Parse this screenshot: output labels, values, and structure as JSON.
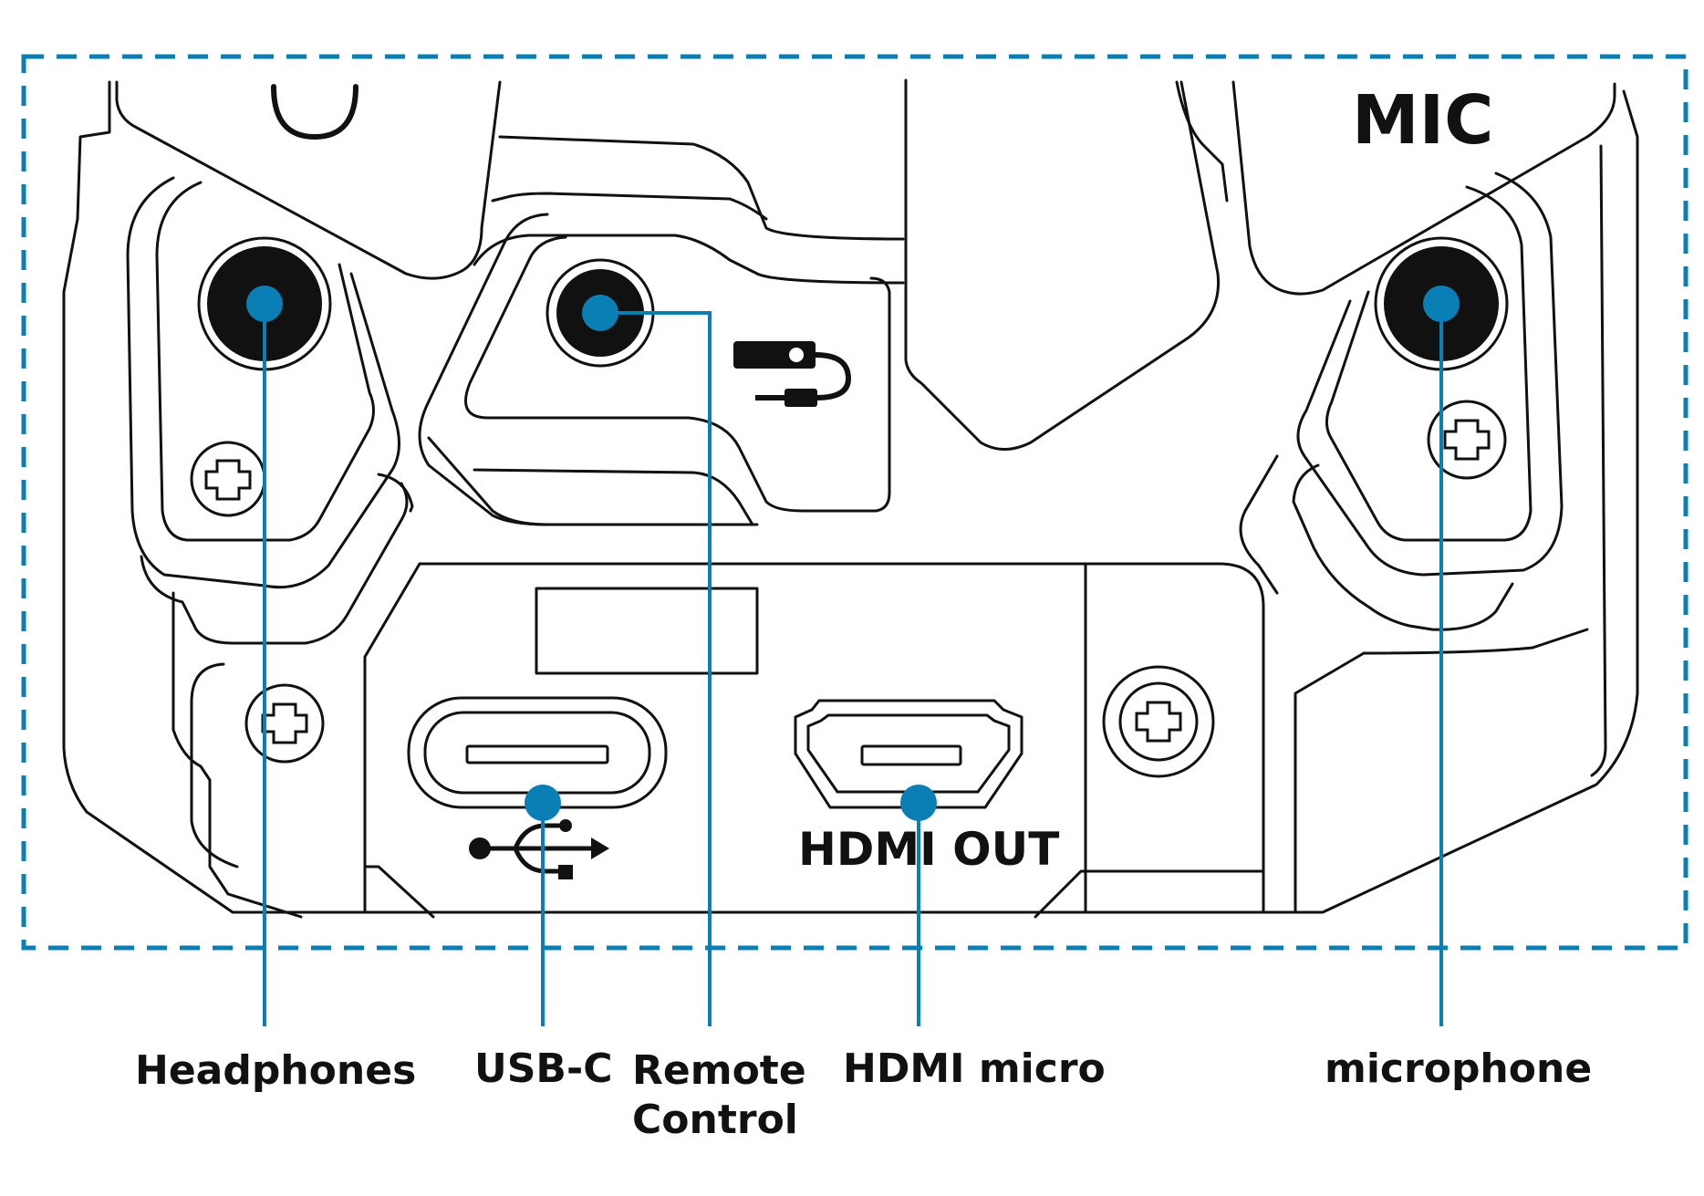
{
  "panel": {
    "mic_text": "MIC",
    "hdmi_out_text": "HDMI OUT"
  },
  "labels": {
    "headphones": "Headphones",
    "usb_c": "USB-C",
    "remote_line1": "Remote",
    "remote_line2": "Control",
    "hdmi_micro": "HDMI micro",
    "microphone": "microphone"
  },
  "colors": {
    "accent": "#0a7fb5",
    "line": "#111111",
    "background": "#ffffff"
  },
  "icons": [
    "usb-icon",
    "remote-control-icon",
    "screw-icon"
  ]
}
